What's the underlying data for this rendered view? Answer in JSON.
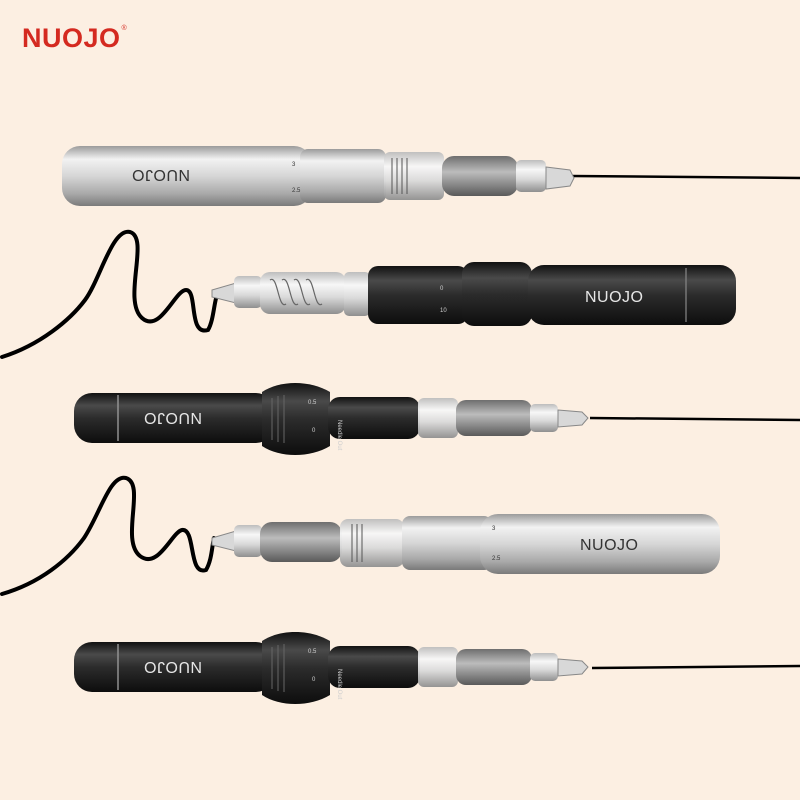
{
  "logo": {
    "text": "NUOJO",
    "mark": "®"
  },
  "colors": {
    "background": "#fcefe2",
    "logo": "#d42a20",
    "ink": "#000000",
    "silver_body": "#c9c9c9",
    "black_body": "#2a2a2a"
  },
  "pens": [
    {
      "finish": "silver",
      "direction": "tip-right",
      "brand": "NUOJO",
      "scale": [
        "3",
        "2.5"
      ]
    },
    {
      "finish": "black",
      "direction": "tip-left",
      "brand": "NUOJO",
      "scale": [
        "0",
        "10"
      ]
    },
    {
      "finish": "black",
      "direction": "tip-right",
      "brand": "NUOJO",
      "scale": [
        "0.5",
        "Needle Out",
        "0"
      ]
    },
    {
      "finish": "silver",
      "direction": "tip-left",
      "brand": "NUOJO",
      "scale": [
        "3",
        "2.5"
      ]
    },
    {
      "finish": "black",
      "direction": "tip-right",
      "brand": "NUOJO",
      "scale": [
        "0.5",
        "Needle Out",
        "0"
      ]
    }
  ]
}
